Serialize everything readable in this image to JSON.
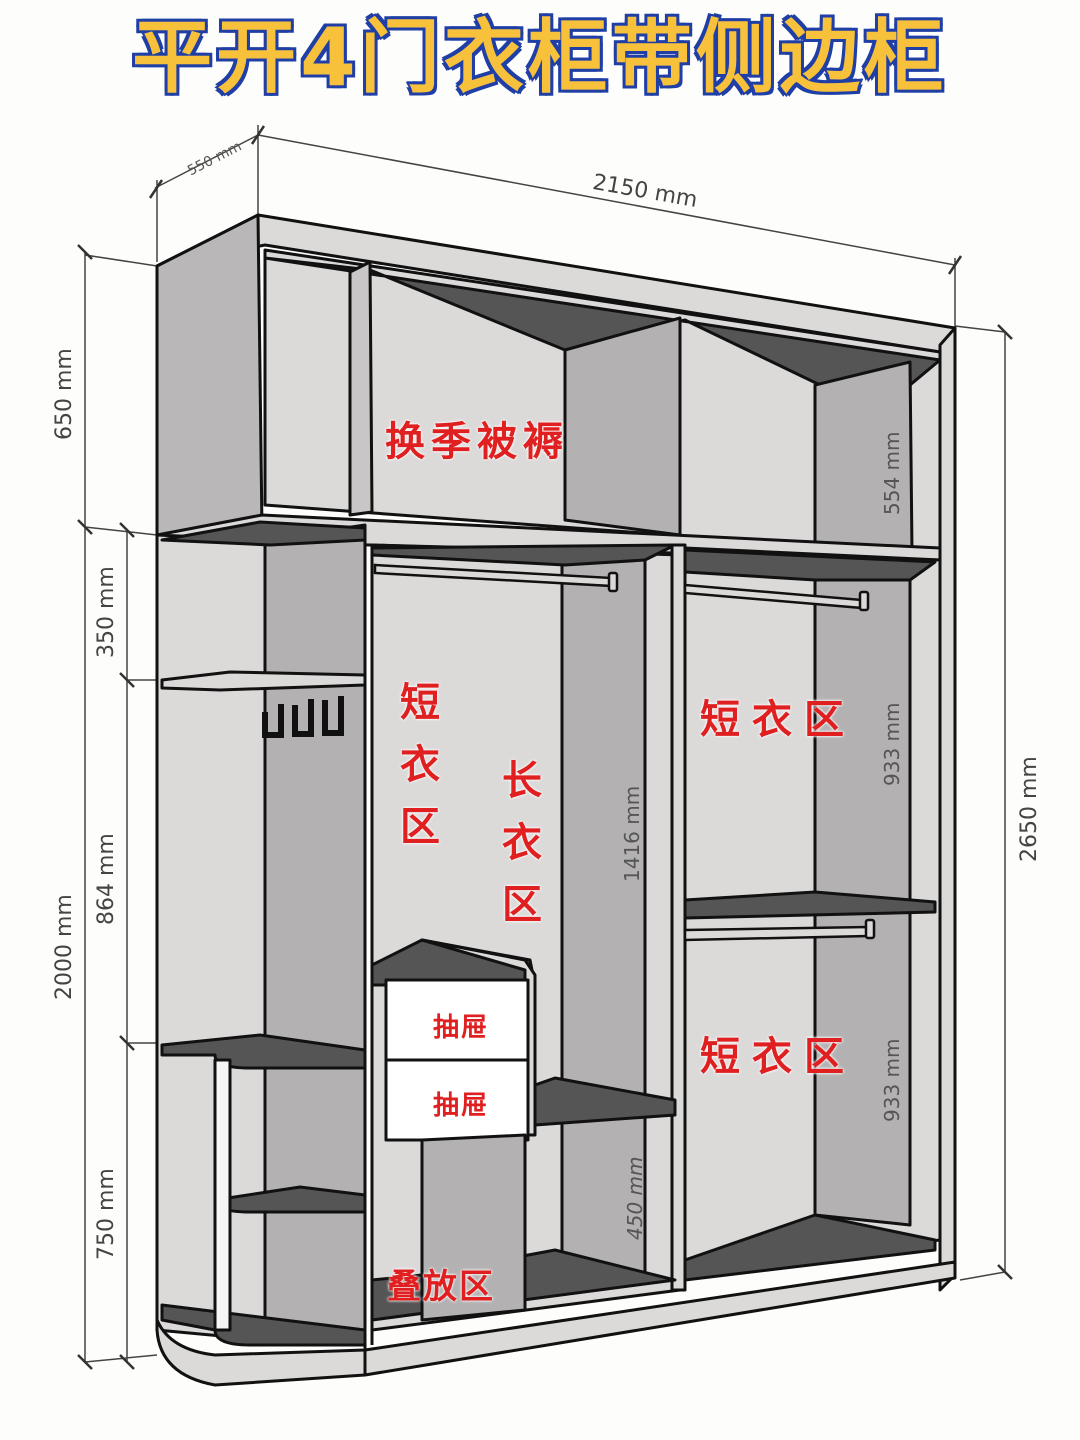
{
  "title": "平开4门衣柜带侧边柜",
  "colors": {
    "title_fill": "#f7c13c",
    "title_stroke": "#1f3fa6",
    "label_red": "#e02020",
    "panel_light": "#dcd9d9",
    "panel_mid": "#b3b1b1",
    "shelf_dark": "#555555",
    "drawer_white": "#ffffff"
  },
  "dimensions": {
    "depth": "550 mm",
    "width": "2150 mm",
    "total_height": "2650 mm",
    "top_section": "650 mm",
    "main_height": "2000 mm",
    "side_top": "350 mm",
    "side_middle": "864 mm",
    "side_bottom": "750 mm",
    "top_inner": "554 mm",
    "long_hang": "1416 mm",
    "right_upper_hang": "933 mm",
    "right_lower_hang": "933 mm",
    "bottom_shelf": "450 mm"
  },
  "labels": {
    "seasonal_bedding": "换季被褥",
    "short_clothes_left": "短衣区",
    "long_clothes": "长衣区",
    "short_clothes_right_upper": "短衣区",
    "short_clothes_right_lower": "短衣区",
    "drawer_1": "抽屉",
    "drawer_2": "抽屉",
    "folding_area": "叠放区"
  },
  "icons": {
    "hooks": "coat-hook-icon"
  }
}
